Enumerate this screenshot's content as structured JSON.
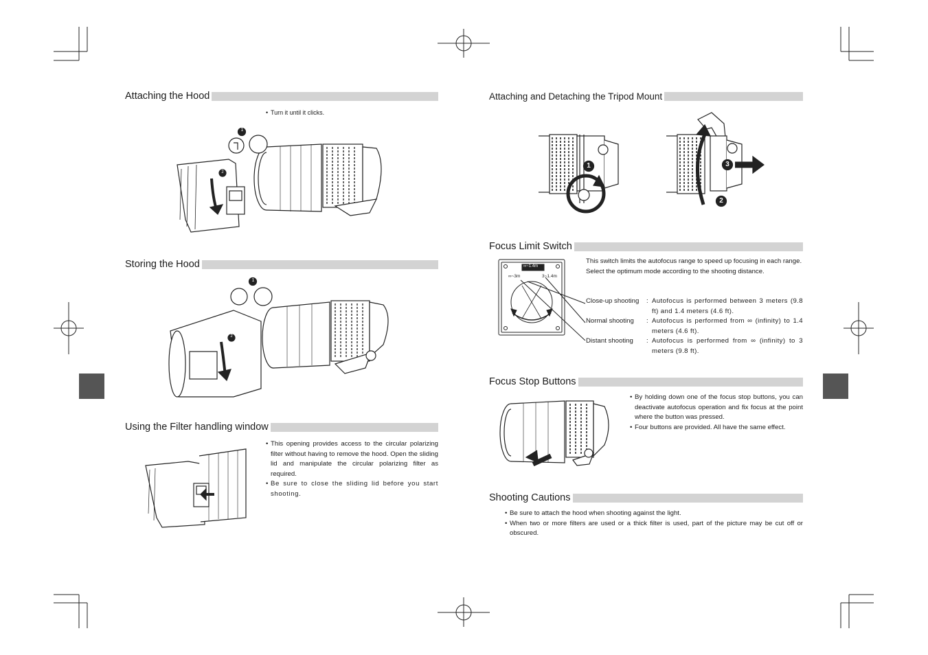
{
  "left": {
    "hood_attach": {
      "heading": "Attaching the Hood",
      "note": "Turn it until it clicks.",
      "step1": "1",
      "step2": "2"
    },
    "hood_store": {
      "heading": "Storing the Hood",
      "step1": "1",
      "step2": "2"
    },
    "filter_window": {
      "heading": "Using the Filter handling window",
      "bullets": [
        "This opening provides access to the circular polarizing filter without having to remove the hood. Open the sliding lid and manipulate the circular polarizing filter as required.",
        "Be sure to close the sliding lid before you start shooting."
      ]
    }
  },
  "right": {
    "tripod": {
      "heading": "Attaching and Detaching the Tripod Mount",
      "step1": "1",
      "step2": "2",
      "step3": "3"
    },
    "focus_limit": {
      "heading": "Focus Limit Switch",
      "intro1": "This switch limits the autofocus range to speed up focusing in each range.",
      "intro2": "Select the optimum mode according to the shooting distance.",
      "switch_labels": {
        "top": "∞~1.4m",
        "left": "∞~3m",
        "right": "3~1.4m"
      },
      "rows": [
        {
          "label": "Close-up shooting",
          "desc": "Autofocus is performed between 3 meters (9.8 ft) and 1.4 meters (4.6 ft)."
        },
        {
          "label": "Normal shooting",
          "desc": "Autofocus is performed from ∞ (infinity) to 1.4 meters (4.6 ft)."
        },
        {
          "label": "Distant shooting",
          "desc": "Autofocus is performed from ∞ (infinity) to 3 meters (9.8 ft)."
        }
      ]
    },
    "focus_stop": {
      "heading": "Focus Stop Buttons",
      "bullets": [
        "By holding down one of the focus stop buttons, you can deactivate autofocus operation and fix focus at the point where the button was pressed.",
        "Four buttons are provided. All have the same effect."
      ]
    },
    "cautions": {
      "heading": "Shooting Cautions",
      "bullets": [
        "Be sure to attach the hood when shooting against the light.",
        "When two or more filters are used or a thick filter is used, part of the picture may be cut off or obscured."
      ]
    }
  },
  "colors": {
    "heading_bar": "#d3d3d3",
    "tab": "#555555",
    "ink": "#1a1a1a"
  }
}
